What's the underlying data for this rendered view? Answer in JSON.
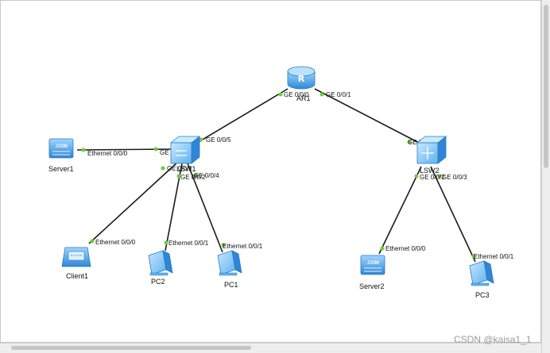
{
  "devices": {
    "ar1": "AR1",
    "lsw1": "LSW1",
    "lsw2": "LSW2",
    "server1": "Server1",
    "server2": "Server2",
    "client1": "Client1",
    "pc1": "PC1",
    "pc2": "PC2",
    "pc3": "PC3"
  },
  "server_badge": ".COM",
  "ports": {
    "ar1_lsw1": "GE 0/0/0",
    "ar1_lsw2": "GE 0/0/1",
    "lsw1_ar1": "GE 0/0/5",
    "lsw1_server1": "GE 0/0/3",
    "server1_lsw1": "Ethernet 0/0/0",
    "lsw1_client1": "GE 0/0/1",
    "lsw1_pc2": "GE 0/0/2",
    "lsw1_pc1": "GE 0/0/4",
    "client1_lsw1": "Ethernet 0/0/0",
    "pc2_lsw1": "Ethernet 0/0/1",
    "pc1_lsw1": "Ethernet 0/0/1",
    "lsw2_ar1": "GE 0/0/1",
    "lsw2_server2": "GE 0/0/2",
    "lsw2_pc3": "GE 0/0/3",
    "server2_lsw2": "Ethernet 0/0/0",
    "pc3_lsw2": "Ethernet 0/0/1"
  },
  "watermark": "CSDN @kaisa1_1",
  "colors": {
    "link": "#1a1a1a",
    "port_dot": "#6ccf34",
    "device_blue": "#4aa3e8"
  }
}
